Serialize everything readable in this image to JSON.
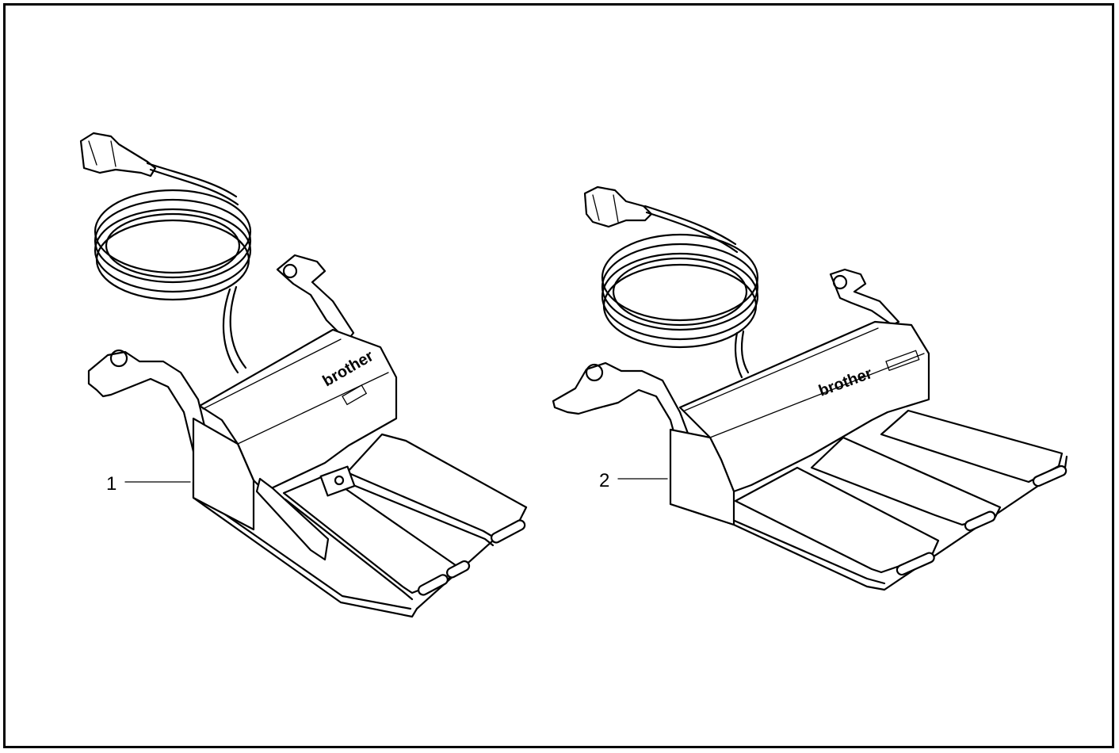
{
  "figure": {
    "items": [
      {
        "callout": "1",
        "brand": "brother"
      },
      {
        "callout": "2",
        "brand": "brother"
      }
    ]
  }
}
